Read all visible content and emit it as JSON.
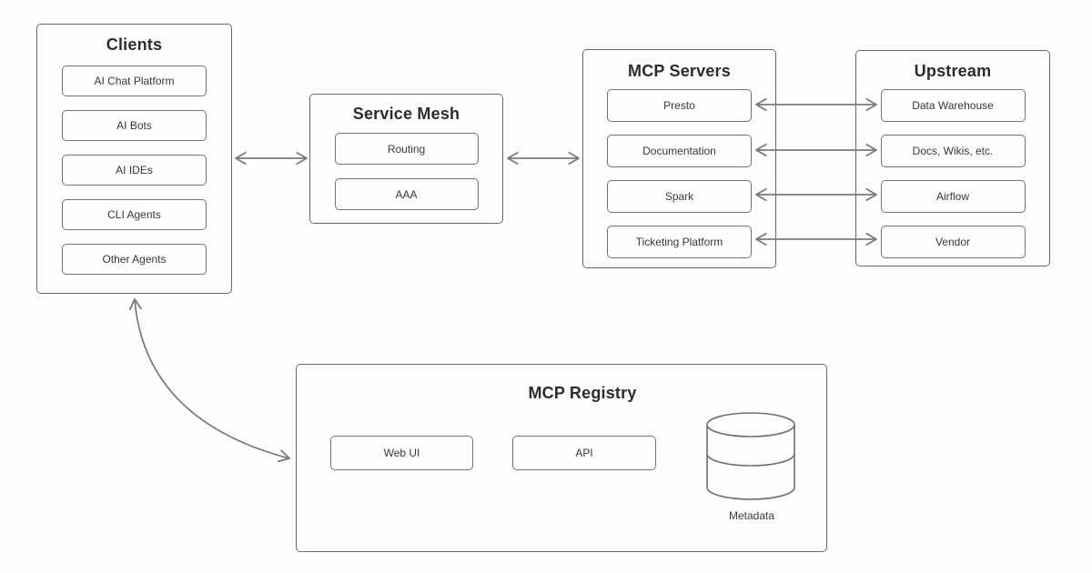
{
  "colors": {
    "background": "#fdfdfd",
    "box_border": "#686868",
    "node_border": "#717171",
    "arrow": "#7a7a7a",
    "title_text": "#2c2c2c",
    "label_text": "#383838"
  },
  "groups": {
    "clients": {
      "title": "Clients",
      "items": [
        "AI Chat Platform",
        "AI Bots",
        "AI IDEs",
        "CLI Agents",
        "Other Agents"
      ]
    },
    "service_mesh": {
      "title": "Service Mesh",
      "items": [
        "Routing",
        "AAA"
      ]
    },
    "mcp_servers": {
      "title": "MCP Servers",
      "items": [
        "Presto",
        "Documentation",
        "Spark",
        "Ticketing Platform"
      ]
    },
    "upstream": {
      "title": "Upstream",
      "items": [
        "Data Warehouse",
        "Docs, Wikis, etc.",
        "Airflow",
        "Vendor"
      ]
    },
    "mcp_registry": {
      "title": "MCP Registry",
      "items": [
        "Web UI",
        "API"
      ],
      "database_label": "Metadata"
    }
  },
  "connections": [
    {
      "from": "Clients",
      "to": "Service Mesh",
      "type": "bidirectional"
    },
    {
      "from": "Service Mesh",
      "to": "MCP Servers",
      "type": "bidirectional"
    },
    {
      "from": "Presto",
      "to": "Data Warehouse",
      "type": "bidirectional"
    },
    {
      "from": "Documentation",
      "to": "Docs, Wikis, etc.",
      "type": "bidirectional"
    },
    {
      "from": "Spark",
      "to": "Airflow",
      "type": "bidirectional"
    },
    {
      "from": "Ticketing Platform",
      "to": "Vendor",
      "type": "bidirectional"
    },
    {
      "from": "MCP Registry",
      "to": "Clients",
      "type": "bidirectional",
      "style": "curved"
    }
  ]
}
